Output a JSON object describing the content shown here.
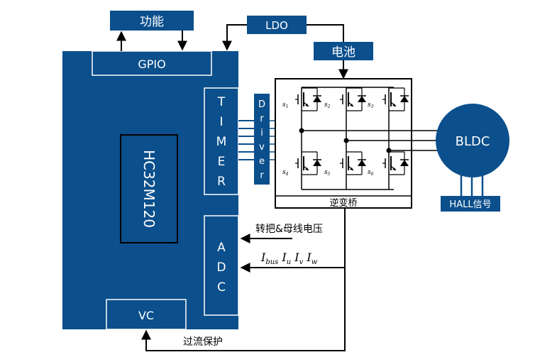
{
  "colors": {
    "block": "#0b4f8c",
    "line": "#000000",
    "text_on_block": "#ffffff"
  },
  "labels": {
    "function": "功能",
    "gpio": "GPIO",
    "ldo": "LDO",
    "battery": "电池",
    "timer_letters": [
      "T",
      "I",
      "M",
      "E",
      "R"
    ],
    "mcu": "HC32M120",
    "driver_letters": [
      "D",
      "r",
      "i",
      "v",
      "e",
      "r"
    ],
    "inverter": "逆变桥",
    "motor": "BLDC",
    "hall": "HALL信号",
    "adc_letters": [
      "A",
      "D",
      "C"
    ],
    "handle_bus_voltage": "转把&母线电压",
    "current_main": [
      "I",
      "I",
      "I",
      "I"
    ],
    "current_subs": [
      "bus",
      "u",
      "v",
      "w"
    ],
    "vc": "VC",
    "overcurrent": "过流保护",
    "switch_labels": [
      "s",
      "s",
      "s",
      "s",
      "s",
      "s"
    ],
    "switch_subs": [
      "1",
      "2",
      "3",
      "4",
      "5",
      "6"
    ],
    "driver_line_labels": [
      "s",
      "s",
      "s",
      "s",
      "s",
      "s"
    ],
    "driver_line_subs": [
      "1",
      "2",
      "3",
      "4",
      "5",
      "6"
    ]
  }
}
